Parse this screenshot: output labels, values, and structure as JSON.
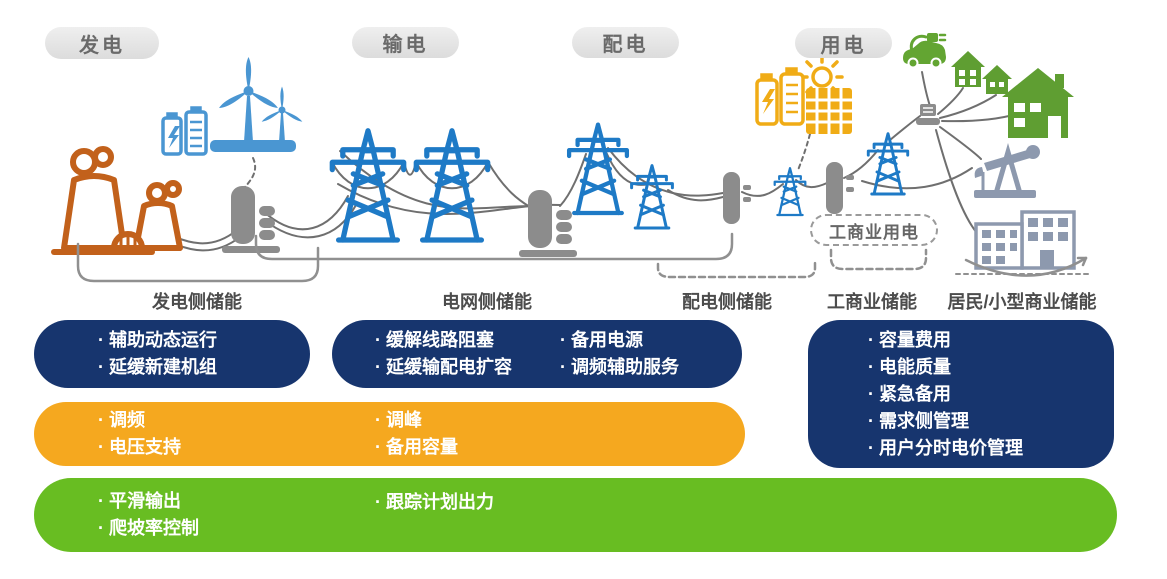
{
  "pills": [
    "发电",
    "输电",
    "配电",
    "用电"
  ],
  "section_labels": [
    "发电侧储能",
    "电网侧储能",
    "配电侧储能",
    "工商业储能",
    "居民/小型商业储能"
  ],
  "dashed_box": {
    "label": "工商业用电"
  },
  "boxes": {
    "generation_navy": {
      "items": [
        "· 辅助动态运行",
        "· 延缓新建机组"
      ]
    },
    "grid_navy": {
      "col1": [
        "· 缓解线路阻塞",
        "· 延缓输配电扩容"
      ],
      "col2": [
        "· 备用电源",
        "· 调频辅助服务"
      ]
    },
    "user_navy": {
      "items": [
        "· 容量费用",
        "· 电能质量",
        "· 紧急备用",
        "· 需求侧管理",
        "· 用户分时电价管理"
      ]
    },
    "amber": {
      "col1": [
        "· 调频",
        "· 电压支持"
      ],
      "col2": [
        "· 调峰",
        "· 备用容量"
      ]
    },
    "green": {
      "col1": [
        "· 平滑输出",
        "· 爬坡率控制"
      ],
      "col2": [
        "· 跟踪计划出力"
      ]
    }
  },
  "colors": {
    "navy_box": "#17356e",
    "amber_box": "#f5a81f",
    "green_box": "#68bd22",
    "pill_bg": "#e4e4e4",
    "pill_text": "#6a6a6a",
    "section_label_text": "#4c4c4c",
    "icon_blue": "#4a96d2",
    "pylon_blue": "#1e7ac6",
    "plant_orange": "#c2611b",
    "icon_yellow": "#f0ac16",
    "icon_green": "#5f9e32",
    "icon_slate": "#8d99ae",
    "storage_gray": "#8c8c8c",
    "wire_gray": "#6f6f6f"
  },
  "icons": [
    "power-plant-icon",
    "blue-battery-icon",
    "wind-turbine-icon",
    "generation-storage-icon",
    "transmission-tower-icon",
    "grid-storage-icon",
    "distribution-tower-icon",
    "distribution-storage-icon",
    "yellow-battery-icon",
    "sun-icon",
    "solar-panel-icon",
    "commercial-storage-icon",
    "ev-car-icon",
    "green-house-icon",
    "large-house-icon",
    "oil-pump-icon",
    "commercial-buildings-icon",
    "meter-icon"
  ]
}
